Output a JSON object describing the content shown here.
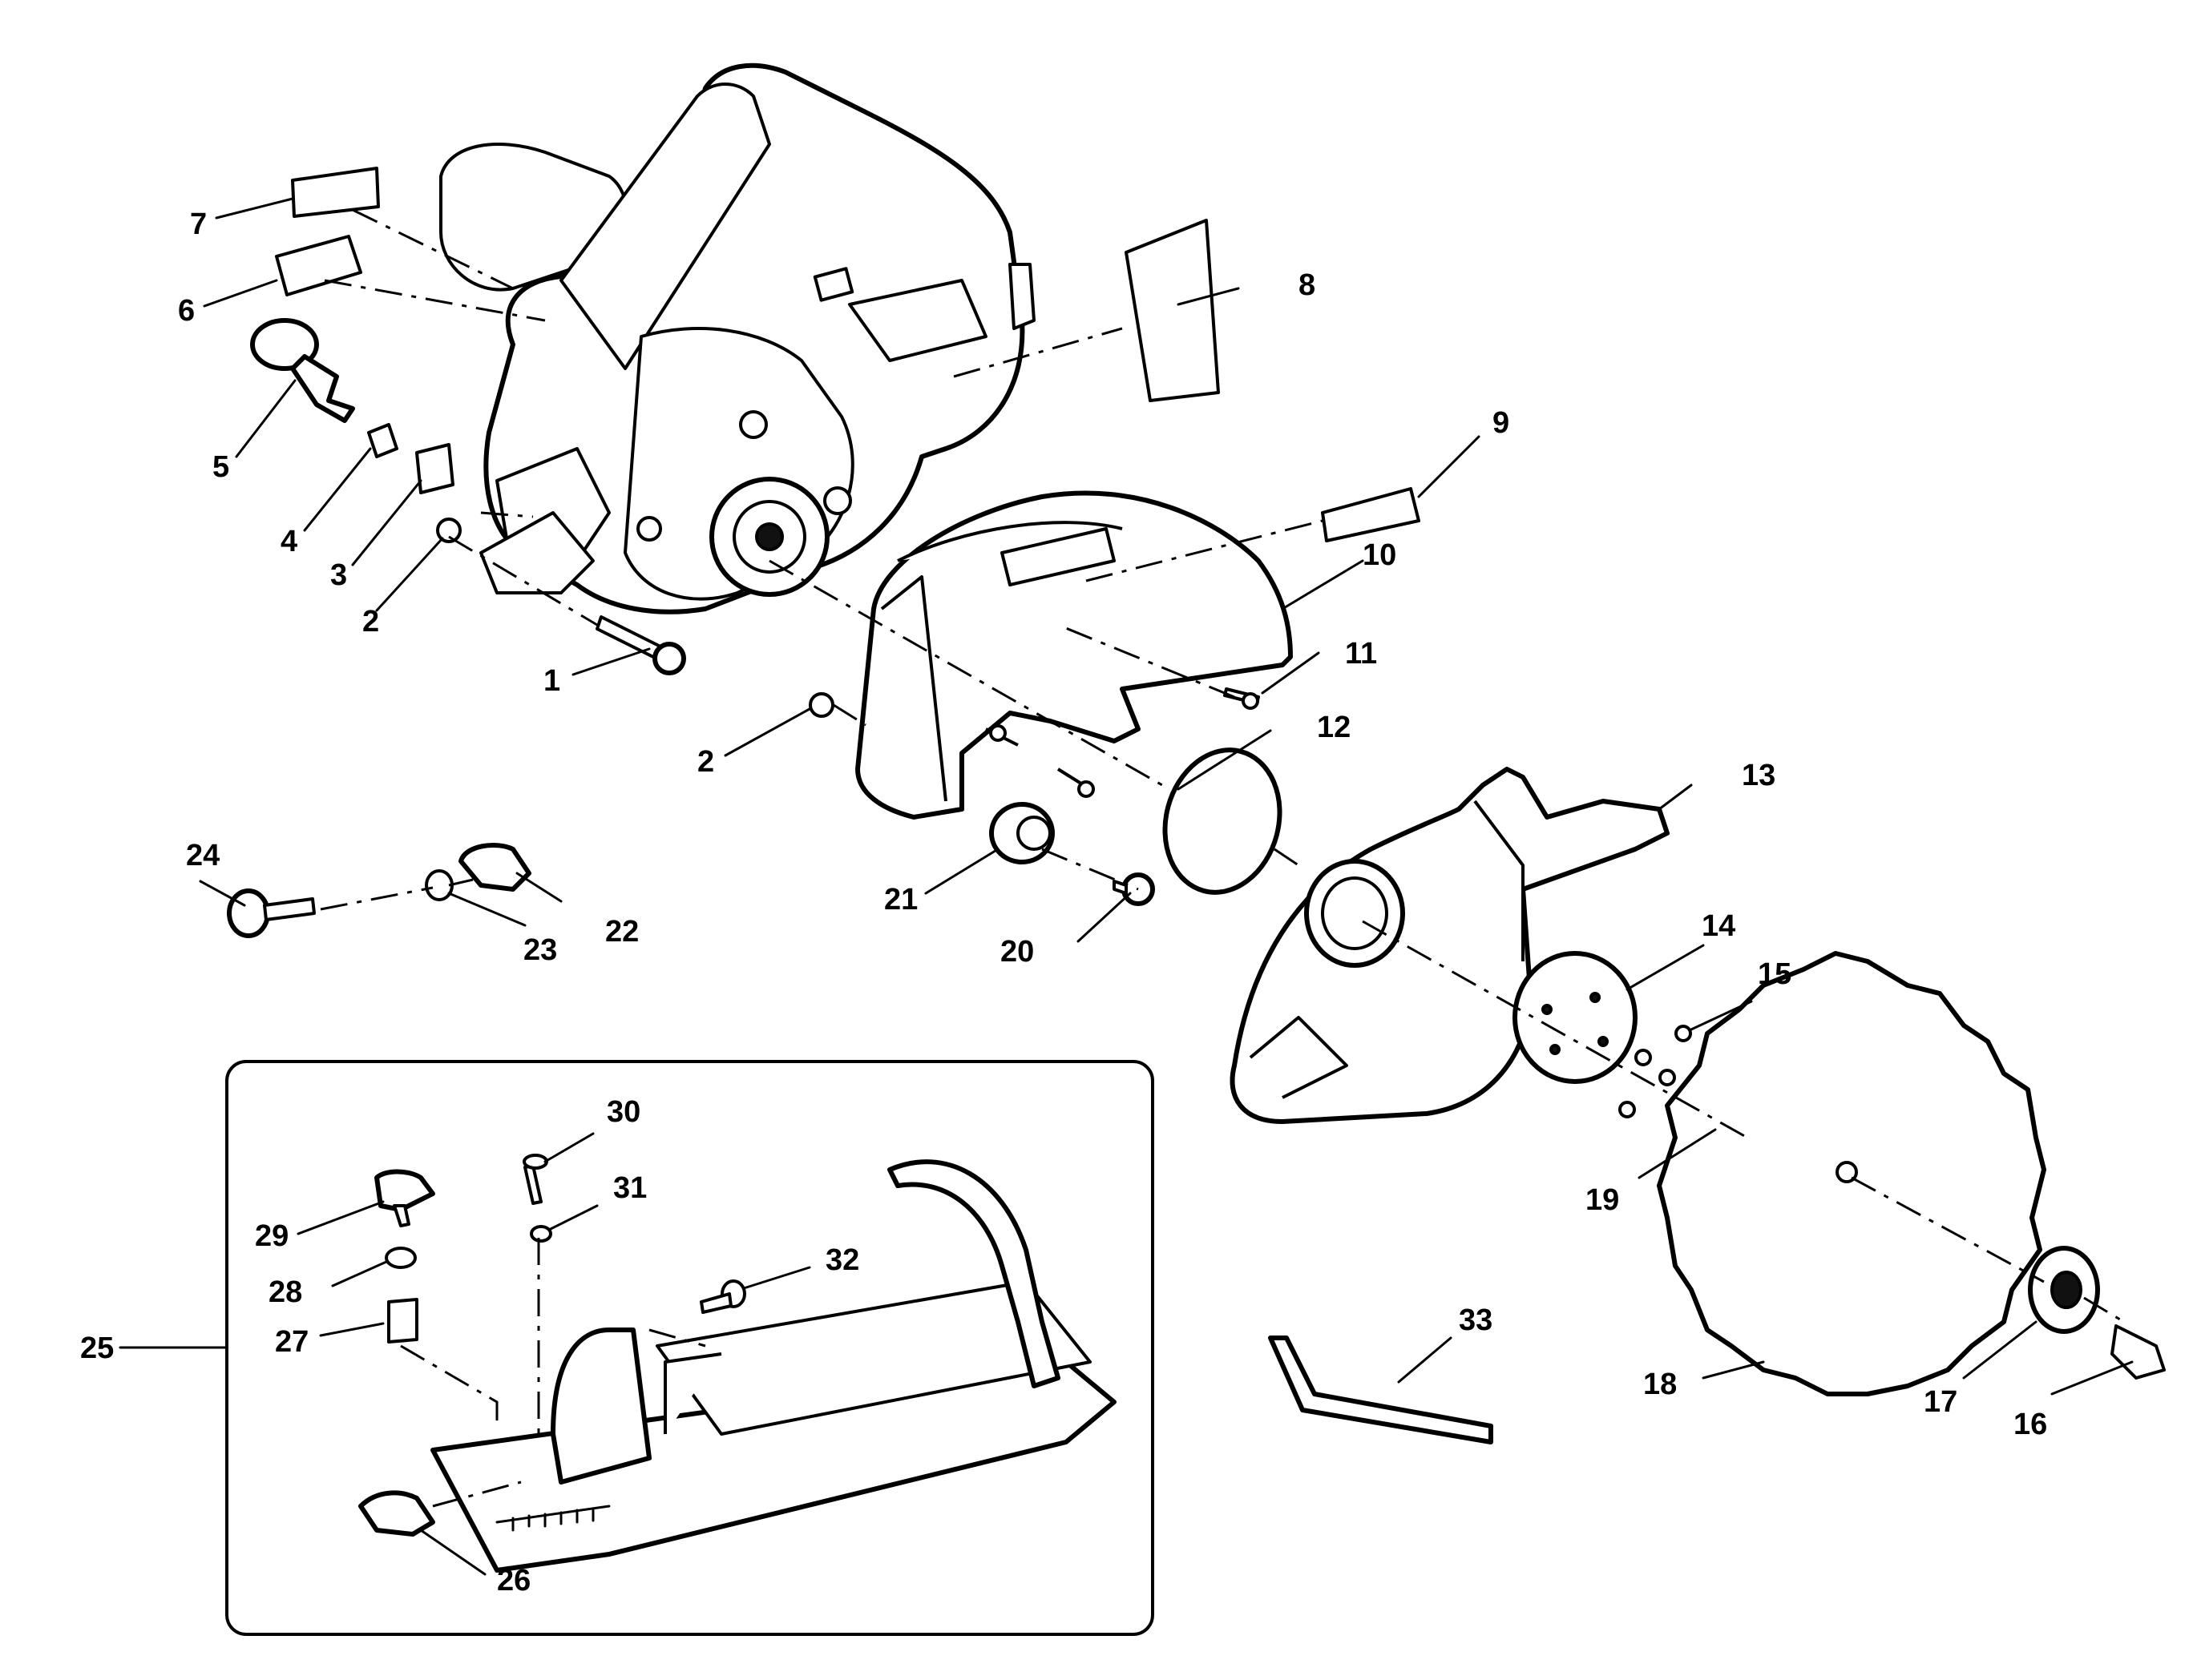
{
  "callouts": [
    {
      "id": "1",
      "text": "1"
    },
    {
      "id": "2",
      "text": "2"
    },
    {
      "id": "2b",
      "text": "2"
    },
    {
      "id": "3",
      "text": "3"
    },
    {
      "id": "4",
      "text": "4"
    },
    {
      "id": "5",
      "text": "5"
    },
    {
      "id": "6",
      "text": "6"
    },
    {
      "id": "7",
      "text": "7"
    },
    {
      "id": "8",
      "text": "8"
    },
    {
      "id": "9",
      "text": "9"
    },
    {
      "id": "10",
      "text": "10"
    },
    {
      "id": "11",
      "text": "11"
    },
    {
      "id": "12",
      "text": "12"
    },
    {
      "id": "13",
      "text": "13"
    },
    {
      "id": "14",
      "text": "14"
    },
    {
      "id": "15",
      "text": "15"
    },
    {
      "id": "16",
      "text": "16"
    },
    {
      "id": "17",
      "text": "17"
    },
    {
      "id": "18",
      "text": "18"
    },
    {
      "id": "19",
      "text": "19"
    },
    {
      "id": "20",
      "text": "20"
    },
    {
      "id": "21",
      "text": "21"
    },
    {
      "id": "22",
      "text": "22"
    },
    {
      "id": "23",
      "text": "23"
    },
    {
      "id": "24",
      "text": "24"
    },
    {
      "id": "25",
      "text": "25"
    },
    {
      "id": "26",
      "text": "26"
    },
    {
      "id": "27",
      "text": "27"
    },
    {
      "id": "28",
      "text": "28"
    },
    {
      "id": "29",
      "text": "29"
    },
    {
      "id": "30",
      "text": "30"
    },
    {
      "id": "31",
      "text": "31"
    },
    {
      "id": "32",
      "text": "32"
    },
    {
      "id": "33",
      "text": "33"
    }
  ],
  "colors": {
    "line": "#000000",
    "background": "#ffffff"
  }
}
